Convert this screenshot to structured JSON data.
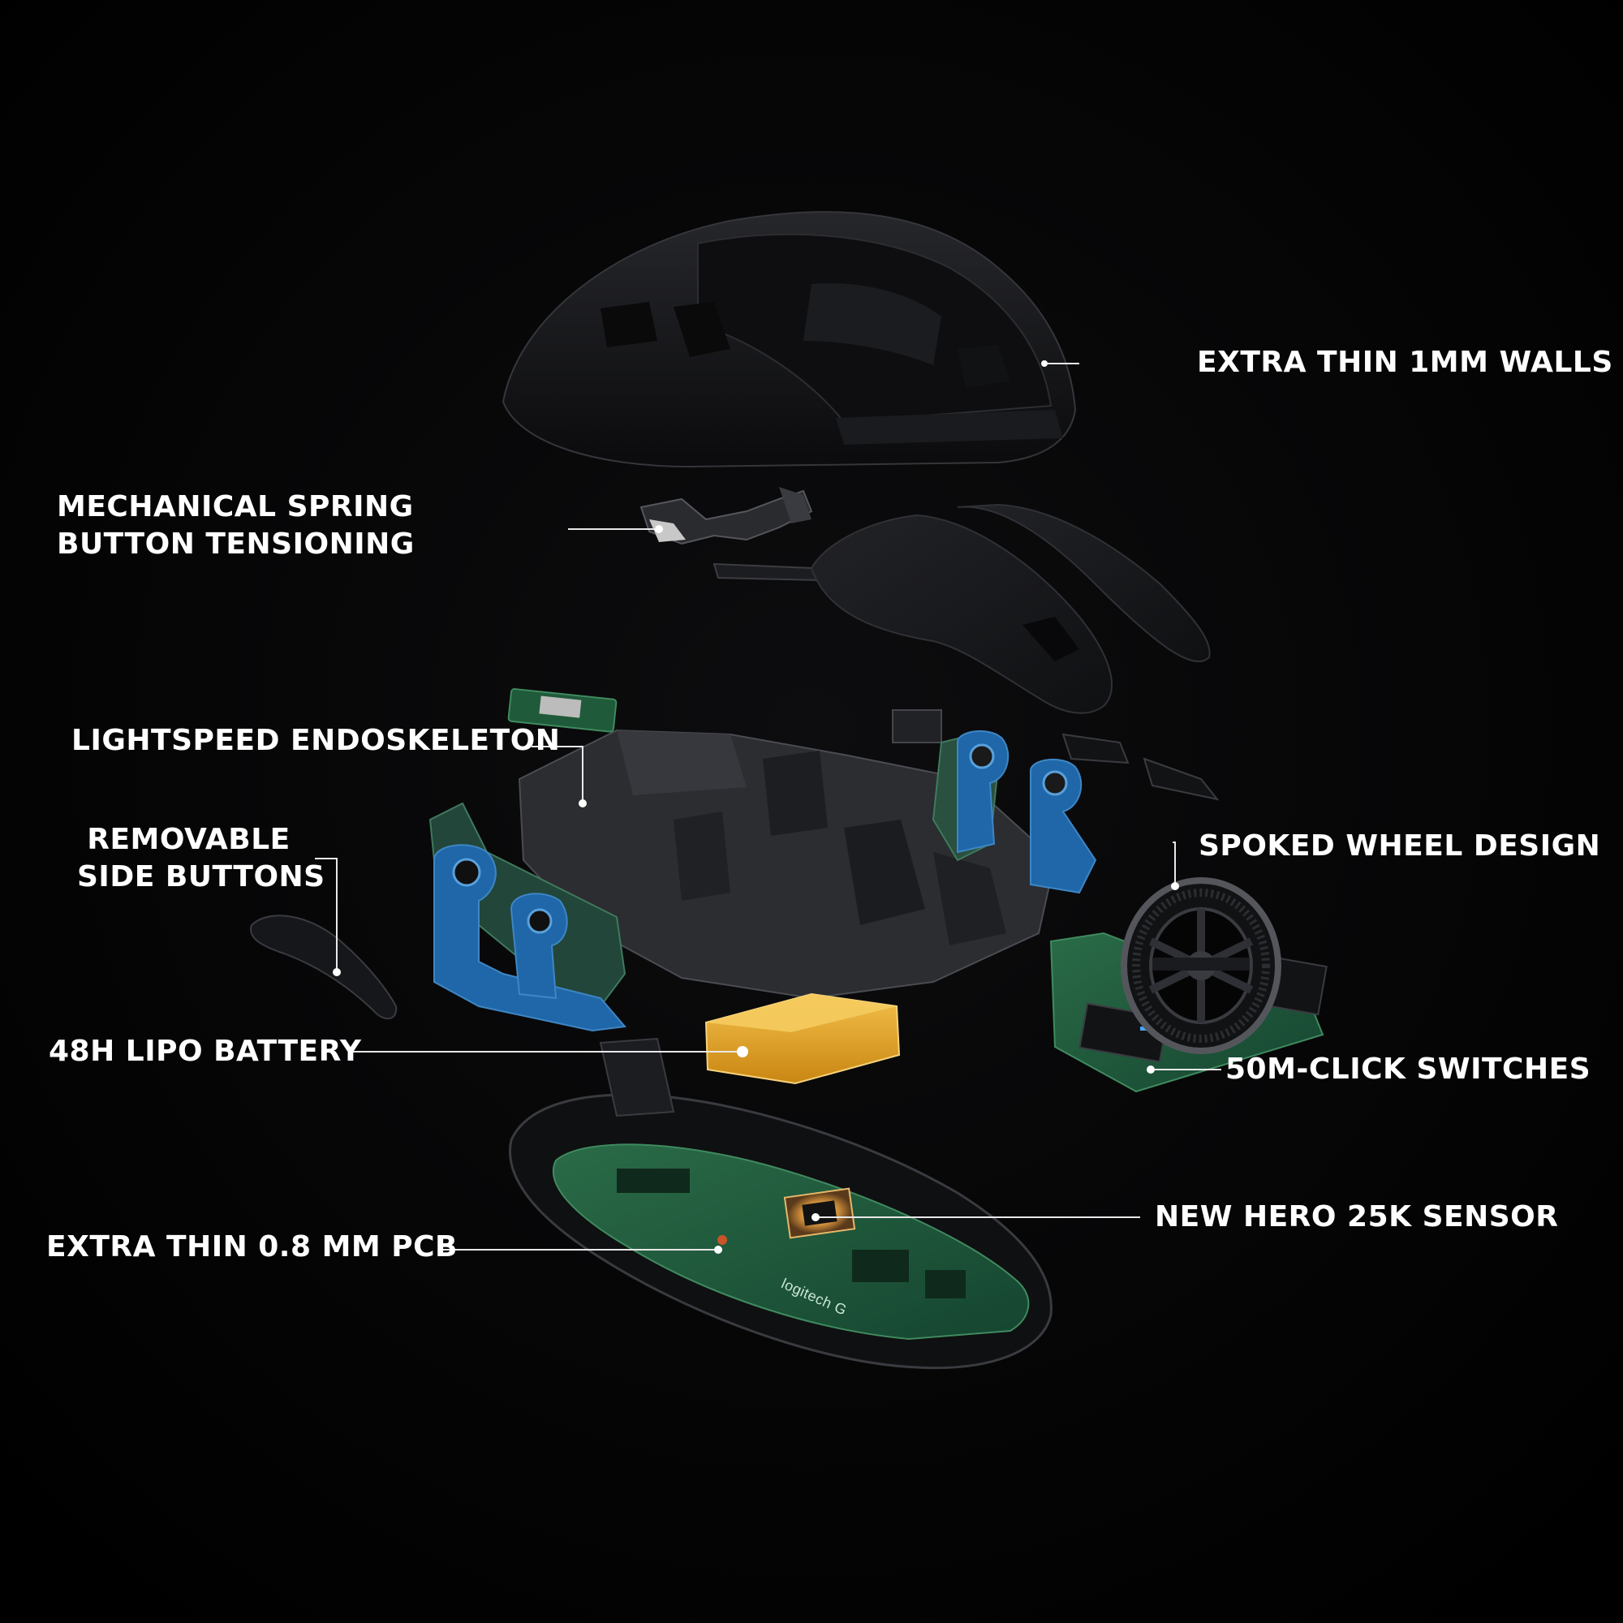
{
  "colors": {
    "background": "#020202",
    "label_text": "#ffffff",
    "leader_line": "#e8e8e8",
    "shell_black": "#141416",
    "endoskeleton_gray": "#2b2d31",
    "side_bracket_blue": "#1f67a8",
    "battery_yellow": "#e8a92a",
    "pcb_green": "#1f5a3a"
  },
  "callouts": {
    "walls": {
      "lines": [
        "EXTRA THIN 1MM WALLS"
      ]
    },
    "spring": {
      "lines": [
        "MECHANICAL SPRING",
        "BUTTON TENSIONING"
      ]
    },
    "endoskeleton": {
      "lines": [
        "LIGHTSPEED ENDOSKELETON"
      ]
    },
    "side_buttons": {
      "lines": [
        "REMOVABLE",
        "SIDE BUTTONS"
      ]
    },
    "battery": {
      "lines": [
        "48H LIPO BATTERY"
      ]
    },
    "pcb": {
      "lines": [
        "EXTRA THIN 0.8 MM PCB"
      ]
    },
    "wheel": {
      "lines": [
        "SPOKED WHEEL DESIGN"
      ]
    },
    "switches": {
      "lines": [
        "50M-CLICK SWITCHES"
      ]
    },
    "sensor": {
      "lines": [
        "NEW HERO 25K SENSOR"
      ]
    }
  },
  "branding": {
    "pcb_logo": "logitech G"
  }
}
